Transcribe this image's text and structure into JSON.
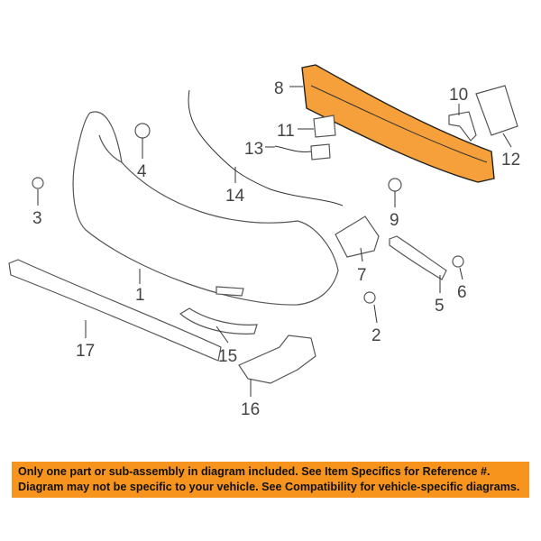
{
  "diagram": {
    "highlighted_part": "8",
    "highlight_color": "#f5a03a",
    "callouts": [
      "1",
      "2",
      "3",
      "4",
      "5",
      "6",
      "7",
      "8",
      "9",
      "10",
      "11",
      "12",
      "13",
      "14",
      "15",
      "16",
      "17"
    ]
  },
  "banner": {
    "color": "#f7941d",
    "line1": "Only one part or sub-assembly in diagram included. See Item Specifics for Reference #.",
    "line2": "Diagram may not be specific to your vehicle. See Compatibility for vehicle-specific diagrams."
  }
}
